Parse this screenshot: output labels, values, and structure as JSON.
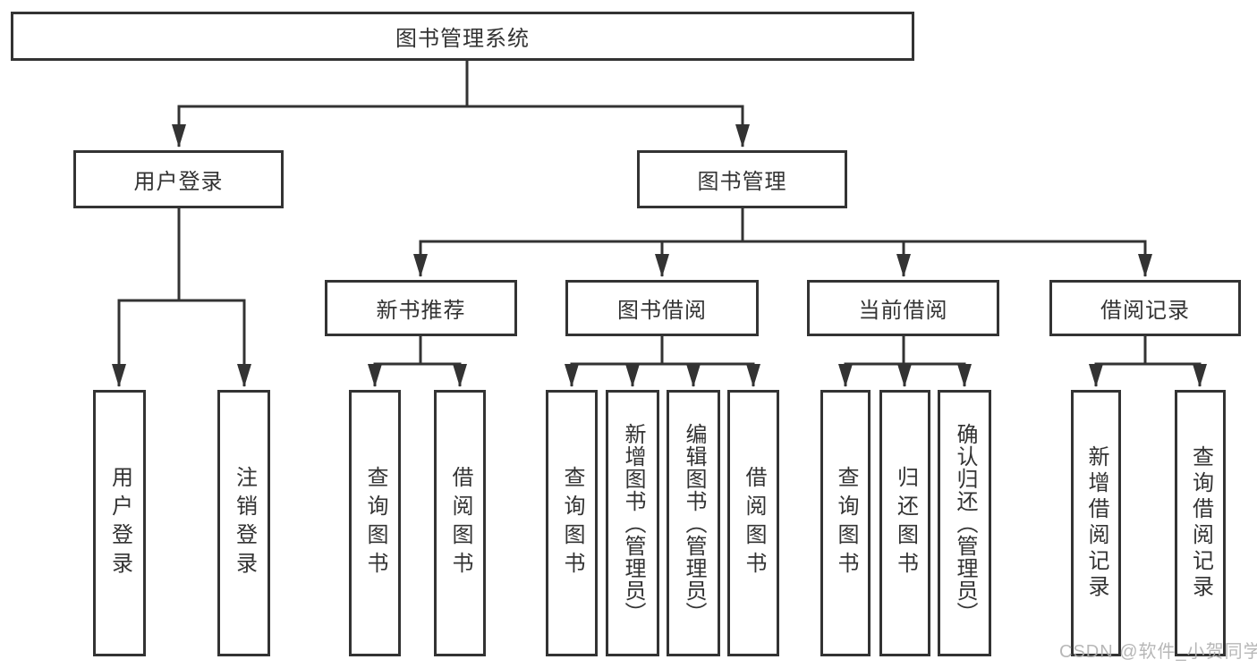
{
  "diagram": {
    "title": "图书管理系统",
    "root": {
      "label": "图书管理系统"
    },
    "login": {
      "label": "用户登录",
      "children": [
        "用户登录",
        "注销登录"
      ]
    },
    "management": {
      "label": "图书管理",
      "categories": [
        {
          "label": "新书推荐",
          "children": [
            "查询图书",
            "借阅图书"
          ]
        },
        {
          "label": "图书借阅",
          "children": [
            "查询图书",
            "新增图书（管理员）",
            "编辑图书（管理员）",
            "借阅图书"
          ]
        },
        {
          "label": "当前借阅",
          "children": [
            "查询图书",
            "归还图书",
            "确认归还（管理员）"
          ]
        },
        {
          "label": "借阅记录",
          "children": [
            "新增借阅记录",
            "查询借阅记录"
          ]
        }
      ]
    }
  },
  "watermark": {
    "text": "CSDN @软件_小贺同学"
  },
  "colors": {
    "line": "#333333",
    "border": "#333333",
    "text": "#333333",
    "background": "#ffffff",
    "watermark": "#b0b0b0"
  }
}
